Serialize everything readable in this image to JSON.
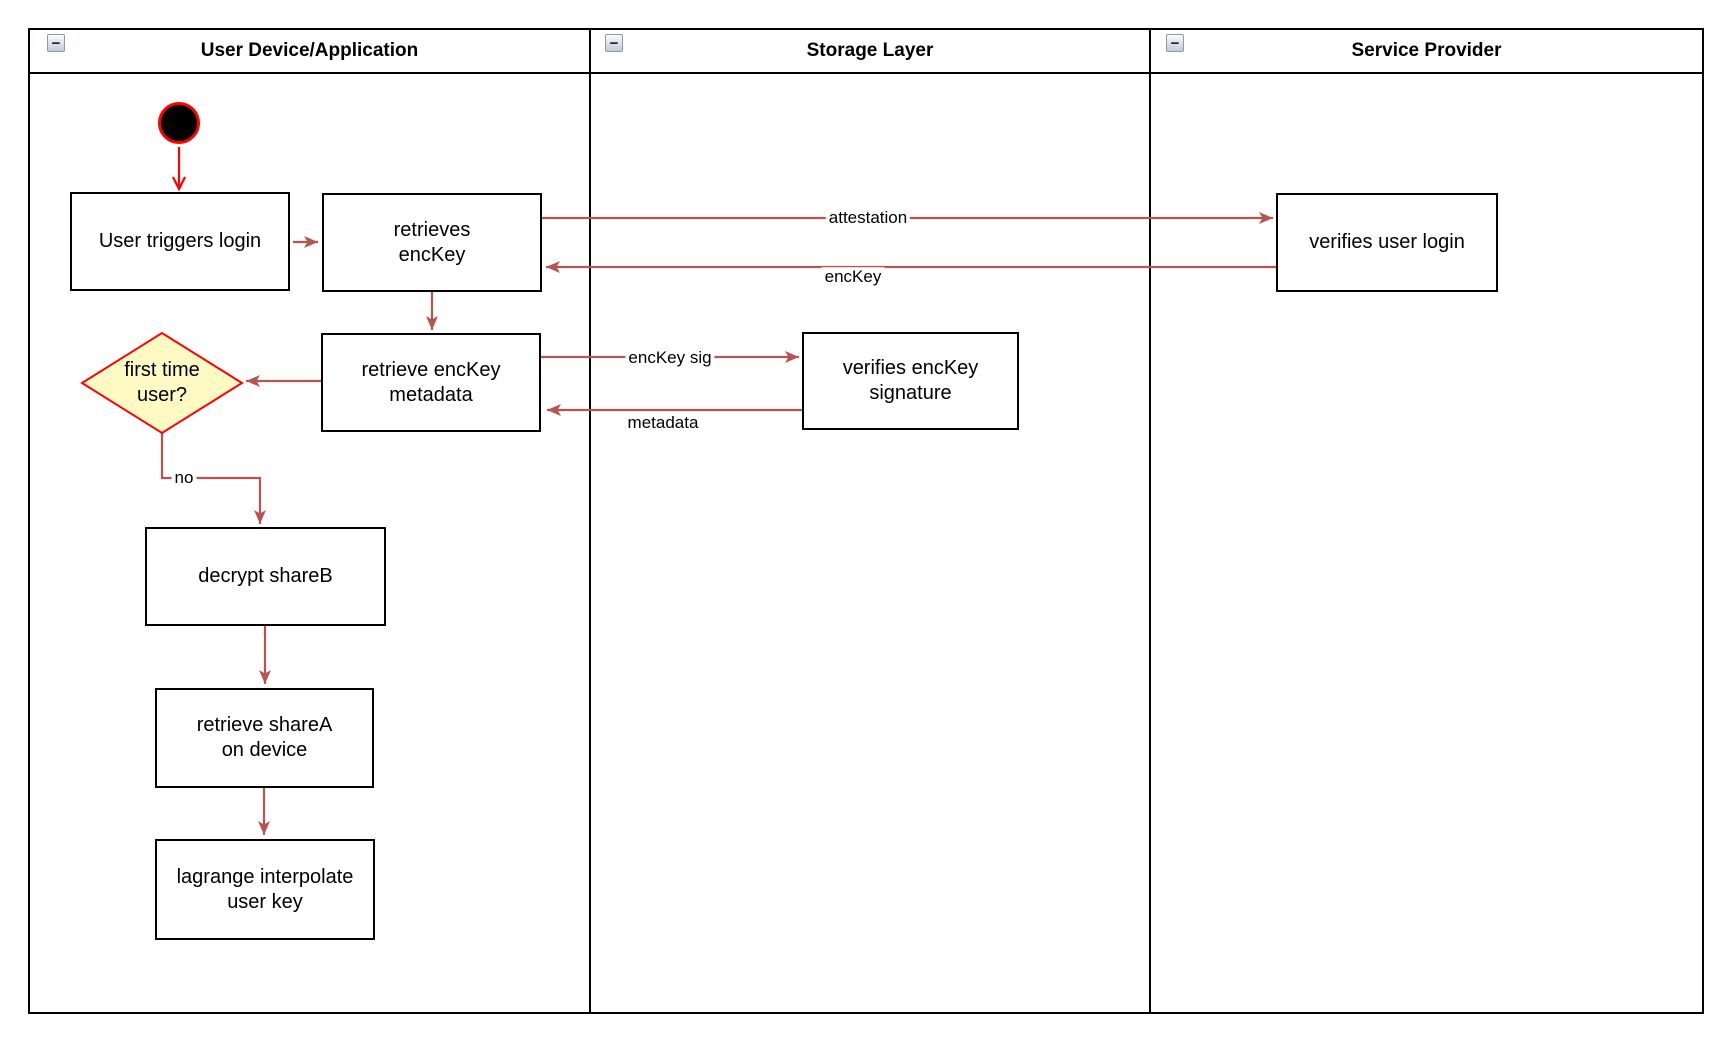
{
  "pool": {
    "lanes": [
      {
        "title": "User Device/Application"
      },
      {
        "title": "Storage Layer"
      },
      {
        "title": "Service Provider"
      }
    ],
    "collapse_glyph": "−"
  },
  "nodes": {
    "user_triggers_login": "User triggers login",
    "retrieves_enckey": "retrieves\nencKey",
    "retrieve_enckey_metadata": "retrieve encKey\nmetadata",
    "first_time_user": "first time\nuser?",
    "decrypt_shareb": "decrypt shareB",
    "retrieve_sharea": "retrieve shareA\non device",
    "lagrange_interpolate": "lagrange interpolate\nuser key",
    "verifies_enckey_signature": "verifies encKey\nsignature",
    "verifies_user_login": "verifies user login"
  },
  "edge_labels": {
    "attestation": "attestation",
    "enckey": "encKey",
    "enckey_sig": "encKey sig",
    "metadata": "metadata",
    "no": "no"
  },
  "colors": {
    "edge": "#B85450",
    "start_accent": "#FF0000",
    "decision_fill": "#FFF9C4",
    "decision_border": "#FF0000",
    "node_border": "#000000",
    "node_fill": "#FFFFFF"
  }
}
